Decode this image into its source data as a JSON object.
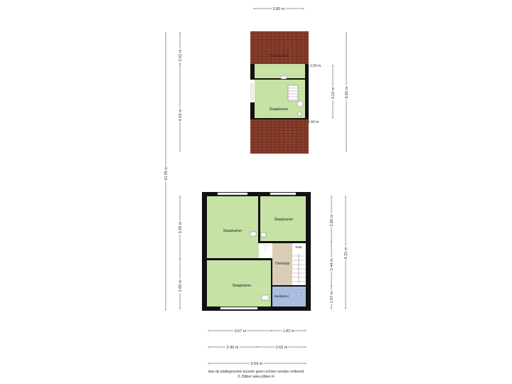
{
  "colors": {
    "room": "#c6e2a4",
    "roof": "#8a3f2d",
    "wall": "#111111",
    "landing": "#d9cdb6",
    "bathroom": "#a9bde0",
    "dim": "#333333"
  },
  "upper_floor": {
    "width_dim": "2.80 m",
    "left_dims": [
      "2.52 m",
      "4.03 m"
    ],
    "right_dims": [
      "1.50 m",
      "3.16 m",
      "6.65 m",
      "1.50 m"
    ],
    "rooms": [
      {
        "label": "Slaapkamer"
      },
      {
        "label": "Slaapkamer"
      }
    ]
  },
  "total_height_dim": "15.55 m",
  "lower_floor": {
    "rooms": [
      {
        "label": "Slaapkamer"
      },
      {
        "label": "Slaapkamer"
      },
      {
        "label": "Slaapkamer"
      },
      {
        "label": "Overloop"
      },
      {
        "label": "Kast"
      },
      {
        "label": "Badkamer"
      }
    ],
    "left_dims": [
      "3.58 m",
      "2.65 m"
    ],
    "right_dims": [
      "2.60 m",
      "2.44 m",
      "1.07 m",
      "6.31 m"
    ],
    "bottom_dims_row1": [
      "3.67 m",
      "1.82 m"
    ],
    "bottom_dims_row2": [
      "2.90 m",
      "2.62 m"
    ],
    "bottom_dims_row3": [
      "5.59 m"
    ]
  },
  "footer": {
    "line1": "Aan de plattegronden kunnen geen rechten worden ontleend",
    "line2": "© Zibber www.zibber.nl"
  }
}
